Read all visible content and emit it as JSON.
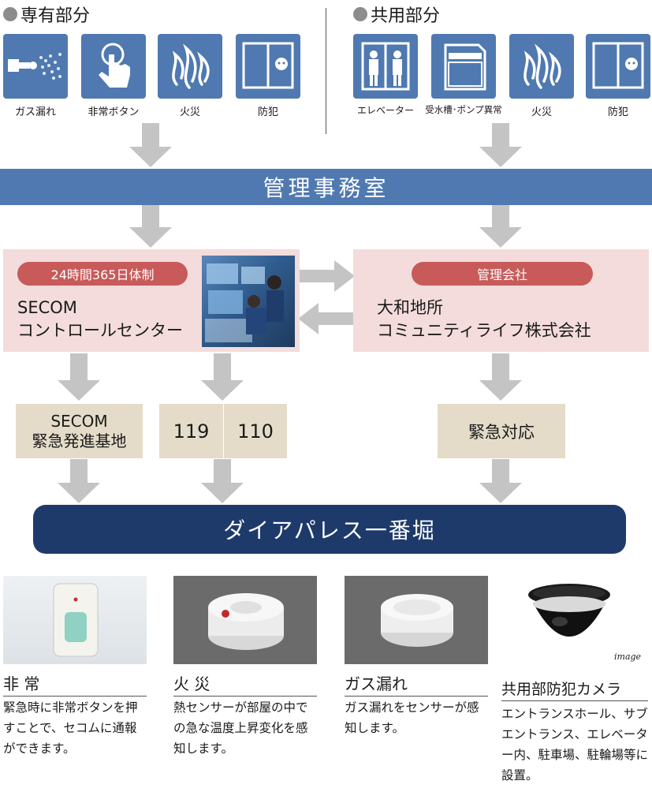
{
  "sections": {
    "private": {
      "title": "専有部分"
    },
    "common": {
      "title": "共用部分"
    }
  },
  "private_icons": [
    {
      "label": "ガス漏れ",
      "icon": "gas-leak-icon"
    },
    {
      "label": "非常ボタン",
      "icon": "emergency-button-icon"
    },
    {
      "label": "火災",
      "icon": "fire-icon"
    },
    {
      "label": "防犯",
      "icon": "crime-prevention-icon"
    }
  ],
  "common_icons": [
    {
      "label": "エレベーター",
      "icon": "elevator-icon"
    },
    {
      "label": "受水槽･ポンプ異常",
      "icon": "water-tank-icon"
    },
    {
      "label": "火災",
      "icon": "fire-icon"
    },
    {
      "label": "防犯",
      "icon": "crime-prevention-icon"
    }
  ],
  "management_office": "管理事務室",
  "secom_center": {
    "badge": "24時間365日体制",
    "line1": "SECOM",
    "line2": "コントロールセンター"
  },
  "management_company": {
    "badge": "管理会社",
    "line1": "大和地所",
    "line2": "コミュニティライフ株式会社"
  },
  "response_boxes": {
    "secom_base_line1": "SECOM",
    "secom_base_line2": "緊急発進基地",
    "fire_number": "119",
    "police_number": "110",
    "emergency_response": "緊急対応"
  },
  "building_name": "ダイアパレス一番堀",
  "devices": [
    {
      "title": "非 常",
      "desc": "緊急時に非常ボタンを押すことで、セコムに通報ができます。"
    },
    {
      "title": "火 災",
      "desc": "熱センサーが部屋の中での急な温度上昇変化を感知します。"
    },
    {
      "title": "ガス漏れ",
      "desc": "ガス漏れをセンサーが感知します。"
    },
    {
      "title": "共用部防犯カメラ",
      "desc": "エントランスホール、サブエントランス、エレベーター内、駐車場、駐輪場等に設置。",
      "photo_caption": "image"
    }
  ],
  "colors": {
    "tile_blue": "#4f79b0",
    "office_blue": "#4f79b0",
    "panel_pink": "#f3dcdb",
    "badge_red": "#c85a5a",
    "box_beige": "#e4dcc9",
    "navy": "#1e3a6b",
    "arrow_gray": "#c4c4c4"
  }
}
